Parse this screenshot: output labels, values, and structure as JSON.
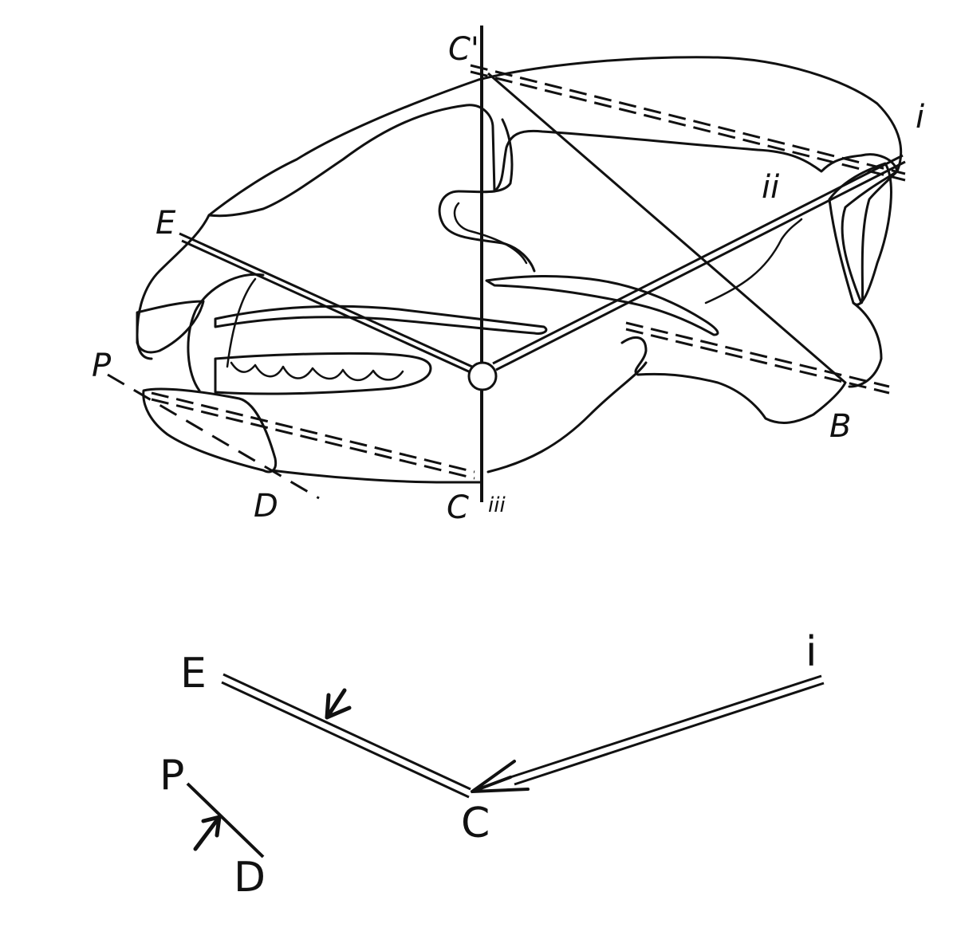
{
  "upper_figure": {
    "labels": {
      "c_prime": "C'",
      "ii": "ii",
      "i_mark": "i",
      "e": "E",
      "p": "P",
      "b": "B",
      "d": "D",
      "c": "C",
      "iii": "iii"
    }
  },
  "lower_figure": {
    "labels": {
      "e": "E",
      "i": "i",
      "c": "C",
      "p": "P",
      "d": "D"
    }
  },
  "colors": {
    "ink": "#111111",
    "paper": "#ffffff"
  }
}
